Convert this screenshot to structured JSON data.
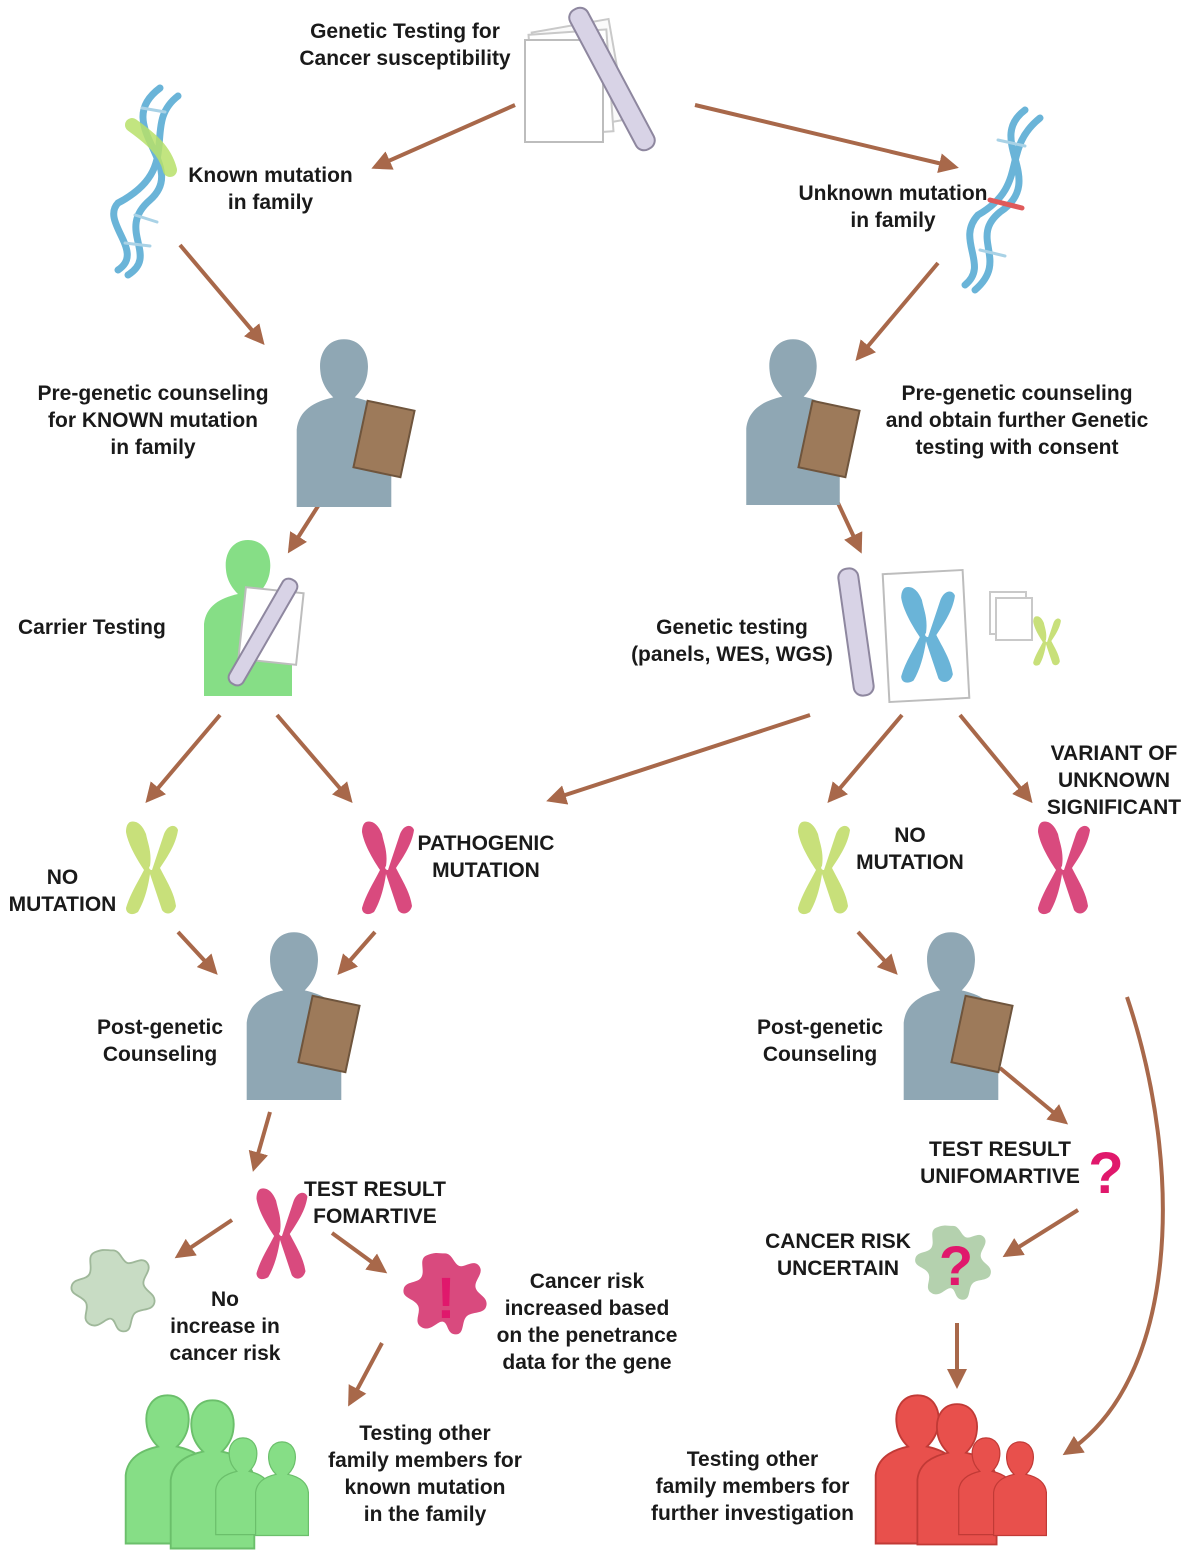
{
  "colors": {
    "arrow": "#a8684a",
    "person": "#8fa7b4",
    "clipboard": "#9d7a5a",
    "green_chromosome": "#c8e07a",
    "pink_chromosome": "#d94a7e",
    "green_figure": "#86de86",
    "red_figure": "#e8504c",
    "question_mark": "#e0186c",
    "dna_blue": "#6ab4d8"
  },
  "labels": {
    "top": "Genetic Testing for\nCancer susceptibility",
    "known": "Known mutation\nin family",
    "unknown": "Unknown mutation\nin family",
    "pre_known": "Pre-genetic counseling\nfor KNOWN mutation\nin family",
    "pre_unknown": "Pre-genetic counseling\nand obtain further Genetic\ntesting with consent",
    "carrier": "Carrier Testing",
    "genetic_testing": "Genetic testing\n(panels, WES, WGS)",
    "no_mutation_left": "NO\nMUTATION",
    "pathogenic": "PATHOGENIC\nMUTATION",
    "no_mutation_right": "NO\nMUTATION",
    "vus": "VARIANT OF\nUNKNOWN\nSIGNIFICANT",
    "post_left": "Post-genetic\nCounseling",
    "post_right": "Post-genetic\nCounseling",
    "result_formative": "TEST RESULT\nFOMARTIVE",
    "result_uninformative": "TEST RESULT\nUNIFOMARTIVE",
    "no_increase": "No\nincrease in\ncancer risk",
    "risk_increased": "Cancer risk\nincreased based\non the penetrance\ndata for the gene",
    "risk_uncertain": "CANCER RISK\nUNCERTAIN",
    "family_known": "Testing other\nfamily members for\nknown mutation\nin the family",
    "family_further": "Testing other\nfamily members for\nfurther investigation"
  },
  "symbols": {
    "exclamation": "!",
    "question": "?"
  }
}
